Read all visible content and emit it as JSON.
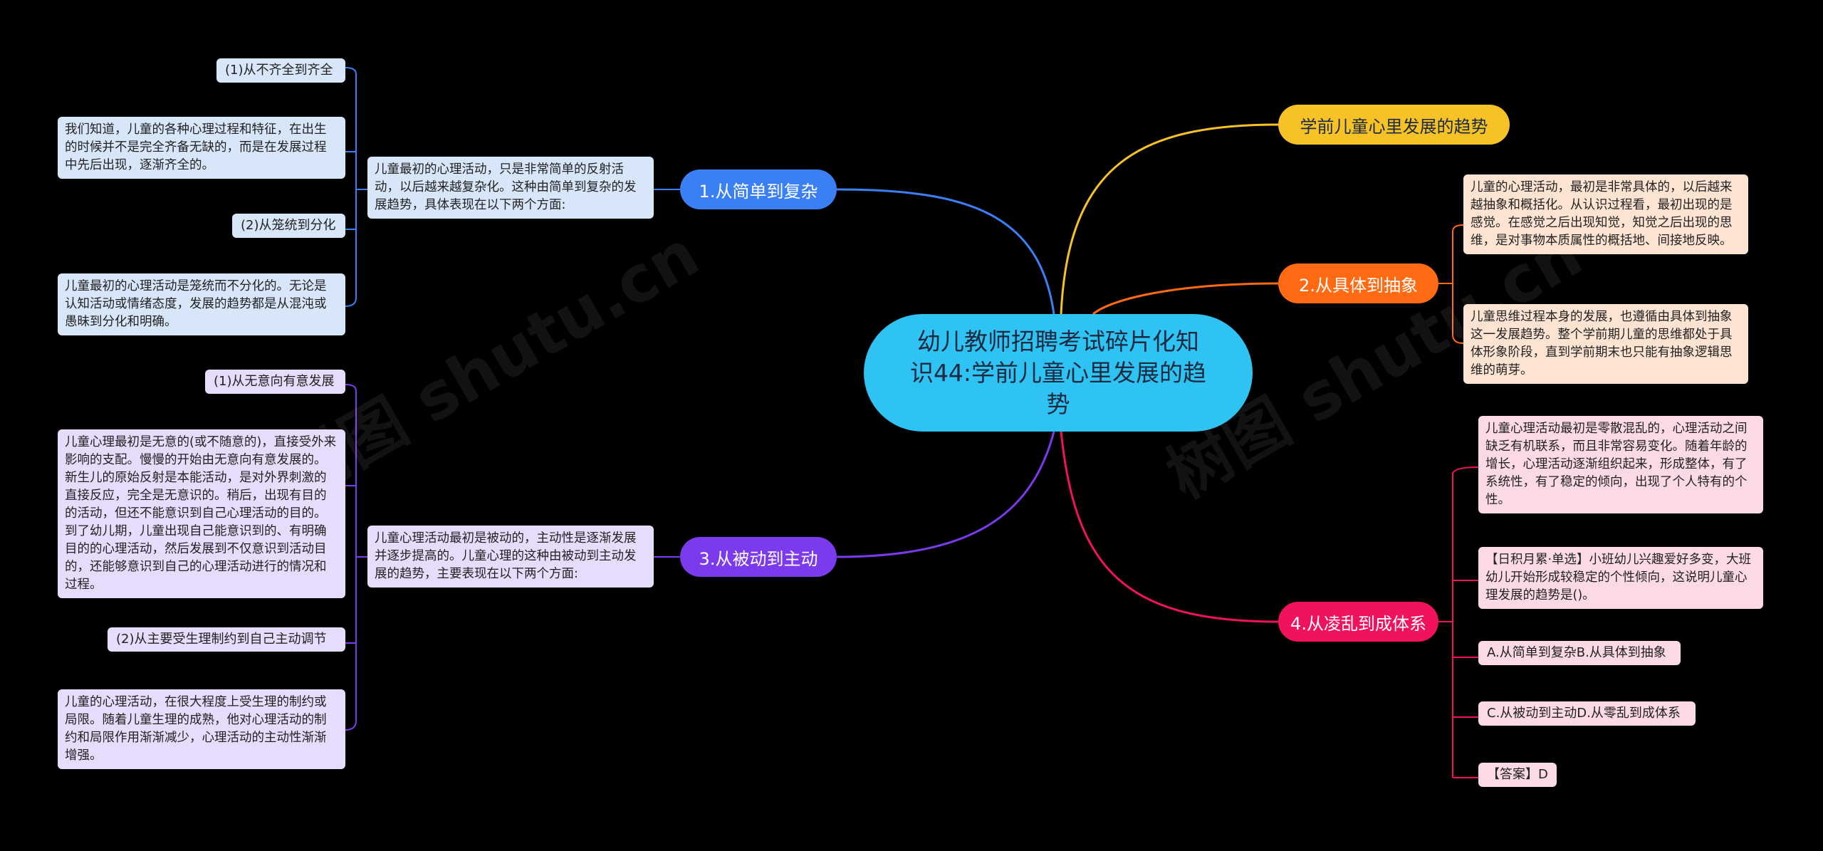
{
  "watermark": "树图 shutu.cn",
  "center": {
    "title": "幼儿教师招聘考试碎片化知识44:学前儿童心里发展的趋势"
  },
  "colors": {
    "center": "#2ec3f2",
    "b0": "#f7c226",
    "b1": "#3b7ff5",
    "b2": "#ff6a13",
    "b3": "#7c3aed",
    "b4": "#f0115f"
  },
  "branches": {
    "trend": "学前儿童心里发展的趋势",
    "b1": {
      "label": "1.从简单到复杂",
      "summary": "儿童最初的心理活动，只是非常简单的反射活动，以后越来越复杂化。这种由简单到复杂的发展趋势，具体表现在以下两个方面:",
      "items": [
        "(1)从不齐全到齐全",
        "我们知道，儿童的各种心理过程和特征，在出生的时候并不是完全齐备无缺的，而是在发展过程中先后出现，逐渐齐全的。",
        "(2)从笼统到分化",
        "儿童最初的心理活动是笼统而不分化的。无论是认知活动或情绪态度，发展的趋势都是从混沌或愚昧到分化和明确。"
      ]
    },
    "b2": {
      "label": "2.从具体到抽象",
      "items": [
        "儿童的心理活动，最初是非常具体的，以后越来越抽象和概括化。从认识过程看，最初出现的是感觉。在感觉之后出现知觉，知觉之后出现的思维，是对事物本质属性的概括地、间接地反映。",
        "儿童思维过程本身的发展，也遵循由具体到抽象这一发展趋势。整个学前期儿童的思维都处于具体形象阶段，直到学前期末也只能有抽象逻辑思维的萌芽。"
      ]
    },
    "b3": {
      "label": "3.从被动到主动",
      "summary": "儿童心理活动最初是被动的，主动性是逐渐发展并逐步提高的。儿童心理的这种由被动到主动发展的趋势，主要表现在以下两个方面:",
      "items": [
        "(1)从无意向有意发展",
        "儿童心理最初是无意的(或不随意的)，直接受外来影响的支配。慢慢的开始由无意向有意发展的。新生儿的原始反射是本能活动，是对外界刺激的直接反应，完全是无意识的。稍后，出现有目的的活动，但还不能意识到自己心理活动的目的。到了幼儿期，儿童出现自己能意识到的、有明确目的的心理活动，然后发展到不仅意识到活动目的，还能够意识到自己的心理活动进行的情况和过程。",
        "(2)从主要受生理制约到自己主动调节",
        "儿童的心理活动，在很大程度上受生理的制约或局限。随着儿童生理的成熟，他对心理活动的制约和局限作用渐渐减少，心理活动的主动性渐渐增强。"
      ]
    },
    "b4": {
      "label": "4.从凌乱到成体系",
      "items": [
        "儿童心理活动最初是零散混乱的，心理活动之间缺乏有机联系，而且非常容易变化。随着年龄的增长，心理活动逐渐组织起来，形成整体，有了系统性，有了稳定的倾向，出现了个人特有的个性。",
        "【日积月累·单选】小班幼儿兴趣爱好多变，大班幼儿开始形成较稳定的个性倾向，这说明儿童心理发展的趋势是()。",
        "A.从简单到复杂B.从具体到抽象",
        "C.从被动到主动D.从零乱到成体系",
        "【答案】D"
      ]
    }
  }
}
